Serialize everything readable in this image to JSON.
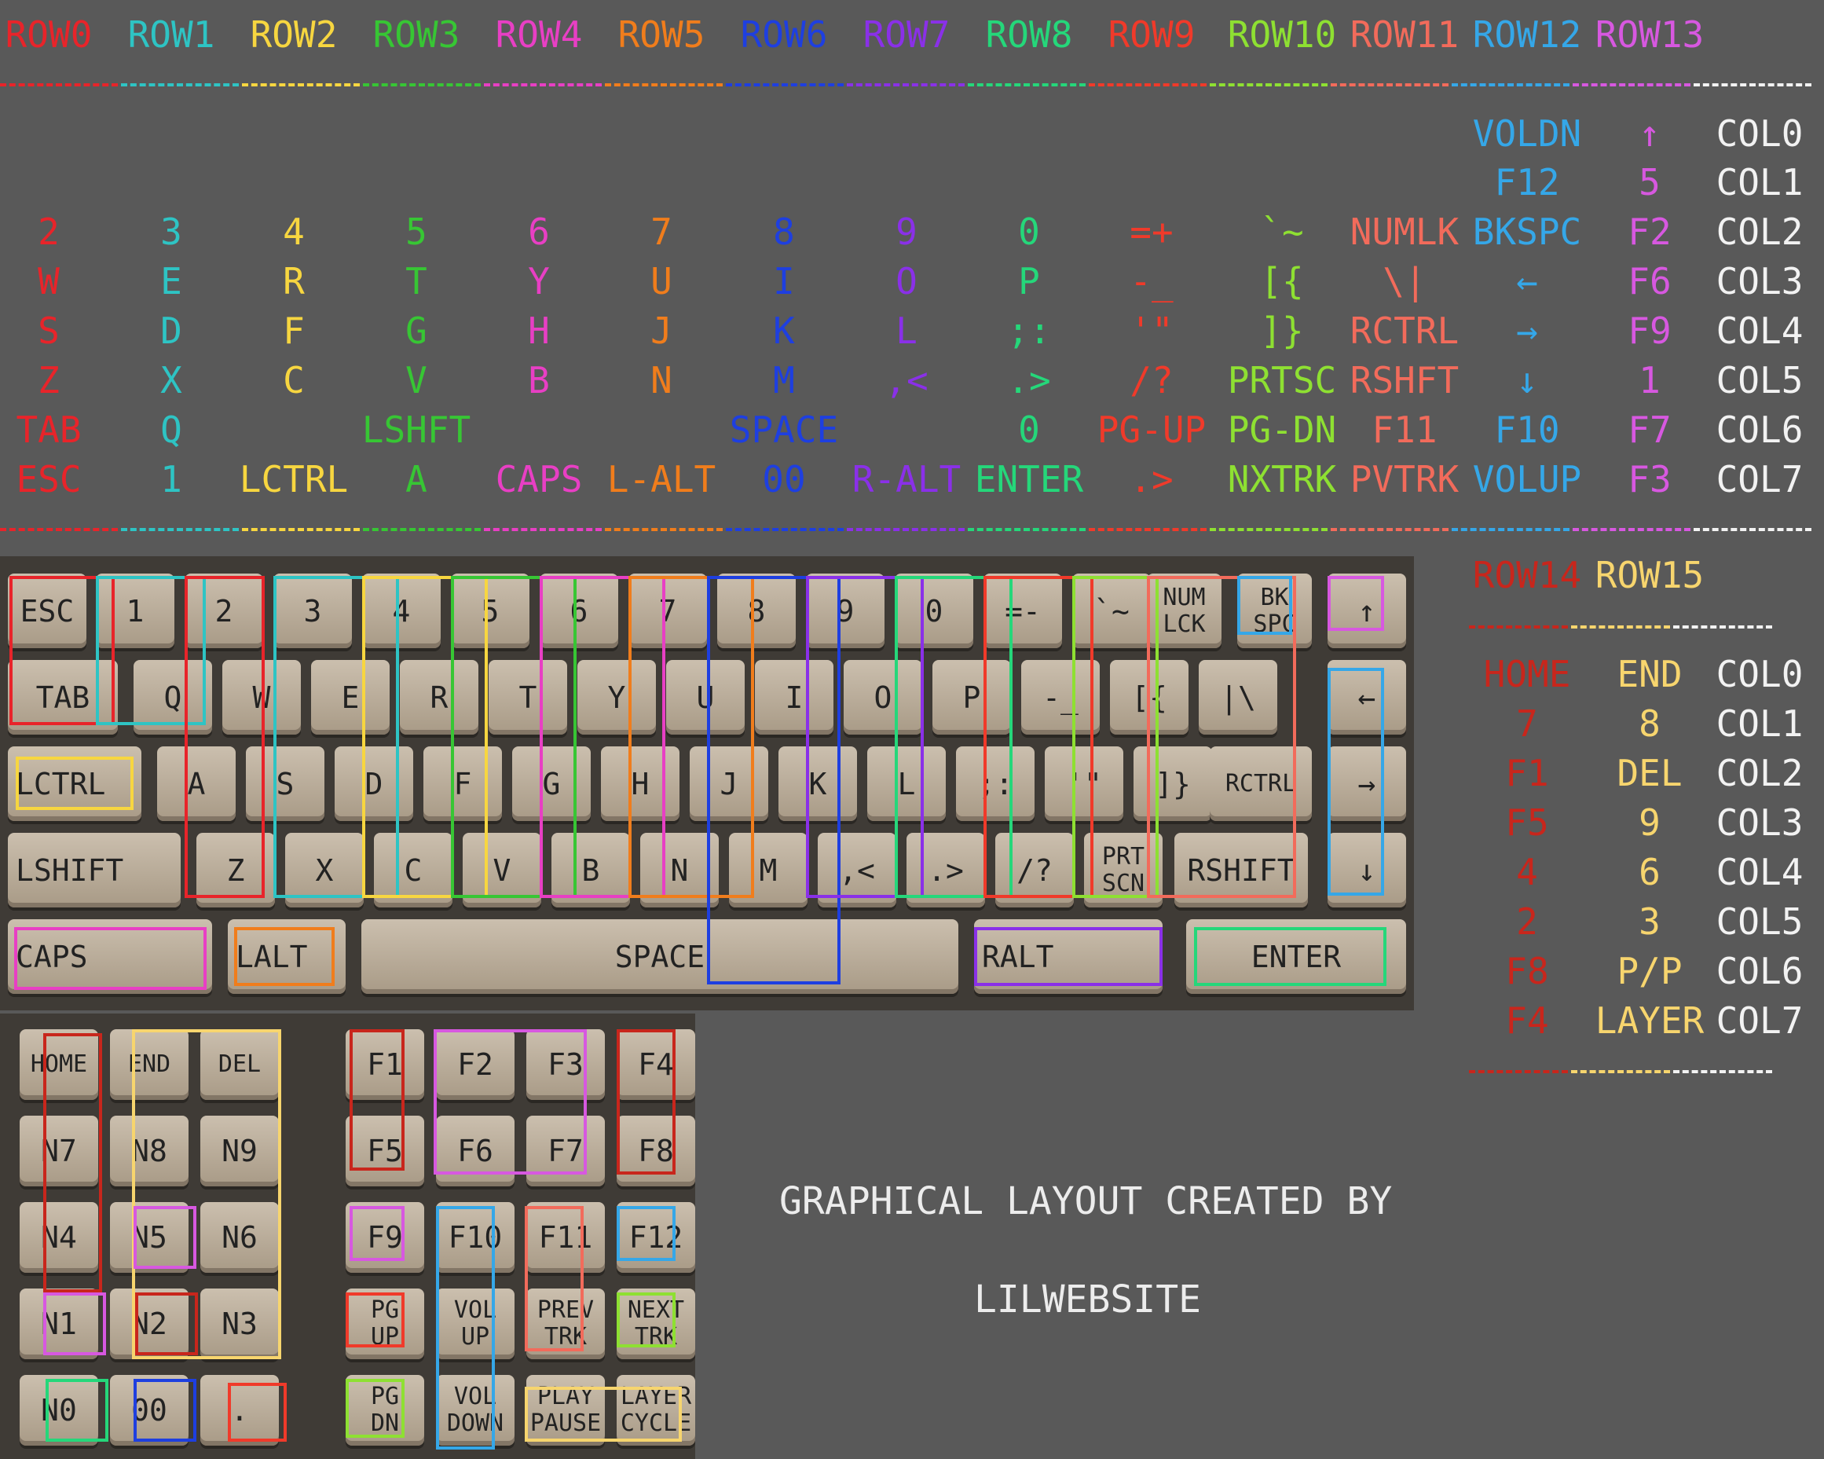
{
  "palette": {
    "row0": "#e8242a",
    "row1": "#2ec4c4",
    "row2": "#f7d640",
    "row3": "#37c634",
    "row4": "#e83fc4",
    "row5": "#f07d1c",
    "row6": "#1e3fe0",
    "row7": "#8a30e8",
    "row8": "#25d77a",
    "row9": "#f03a2a",
    "row10": "#8ee032",
    "row11": "#f26b5b",
    "row12": "#35a7e8",
    "row13": "#d758e0",
    "row14": "#c8261c",
    "row15": "#f7d56e",
    "col": "#f2f2f2",
    "bg": "#595959"
  },
  "row_headers": [
    "ROW0",
    "ROW1",
    "ROW2",
    "ROW3",
    "ROW4",
    "ROW5",
    "ROW6",
    "ROW7",
    "ROW8",
    "ROW9",
    "ROW10",
    "ROW11",
    "ROW12",
    "ROW13"
  ],
  "col_labels": [
    "COL0",
    "COL1",
    "COL2",
    "COL3",
    "COL4",
    "COL5",
    "COL6",
    "COL7"
  ],
  "matrix": [
    [
      "",
      "",
      "",
      "",
      "",
      "",
      "",
      "",
      "",
      "",
      "",
      "",
      "VOLDN",
      "↑"
    ],
    [
      "",
      "",
      "",
      "",
      "",
      "",
      "",
      "",
      "",
      "",
      "",
      "",
      "F12",
      "5"
    ],
    [
      "2",
      "3",
      "4",
      "5",
      "6",
      "7",
      "8",
      "9",
      "0",
      "=+",
      "`~",
      "NUMLK",
      "BKSPC",
      "F2"
    ],
    [
      "W",
      "E",
      "R",
      "T",
      "Y",
      "U",
      "I",
      "O",
      "P",
      "-_",
      "[{",
      "\\|",
      "←",
      "F6"
    ],
    [
      "S",
      "D",
      "F",
      "G",
      "H",
      "J",
      "K",
      "L",
      ";:",
      "'\"",
      "]}",
      "RCTRL",
      "→",
      "F9"
    ],
    [
      "Z",
      "X",
      "C",
      "V",
      "B",
      "N",
      "M",
      ",<",
      ".>",
      "/?",
      "PRTSC",
      "RSHFT",
      "↓",
      "1"
    ],
    [
      "TAB",
      "Q",
      "",
      "LSHFT",
      "",
      "",
      "SPACE",
      "",
      "0",
      "PG-UP",
      "PG-DN",
      "F11",
      "F10",
      "F7"
    ],
    [
      "ESC",
      "1",
      "LCTRL",
      "A",
      "CAPS",
      "L-ALT",
      "00",
      "R-ALT",
      "ENTER",
      ".>",
      "NXTRK",
      "PVTRK",
      "VOLUP",
      "F3"
    ]
  ],
  "side_row_headers": [
    "ROW14",
    "ROW15"
  ],
  "side_matrix": [
    [
      "HOME",
      "END"
    ],
    [
      "7",
      "8"
    ],
    [
      "F1",
      "DEL"
    ],
    [
      "F5",
      "9"
    ],
    [
      "4",
      "6"
    ],
    [
      "2",
      "3"
    ],
    [
      "F8",
      "P/P"
    ],
    [
      "F4",
      "LAYER"
    ]
  ],
  "keyboard": {
    "keys": [
      "ESC",
      "1",
      "2",
      "3",
      "4",
      "5",
      "6",
      "7",
      "8",
      "9",
      "0",
      "=-",
      "`~",
      "NUM\nLCK",
      "BK\nSPC",
      "↑",
      "TAB",
      "Q",
      "W",
      "E",
      "R",
      "T",
      "Y",
      "U",
      "I",
      "O",
      "P",
      "-_",
      "[{",
      "|\\",
      "←",
      "LCTRL",
      "A",
      "S",
      "D",
      "F",
      "G",
      "H",
      "J",
      "K",
      "L",
      ";:",
      "'\"",
      "]}",
      "RCTRL",
      "→",
      "LSHIFT",
      "Z",
      "X",
      "C",
      "V",
      "B",
      "N",
      "M",
      ",<",
      ".>",
      "/?",
      "PRT\nSCN",
      "RSHIFT",
      "↓",
      "CAPS",
      "LALT",
      "SPACE",
      "RALT",
      "ENTER"
    ]
  },
  "numpad": {
    "keys": [
      "HOME",
      "END",
      "DEL",
      "N7",
      "N8",
      "N9",
      "N4",
      "N5",
      "N6",
      "N1",
      "N2",
      "N3",
      "N0",
      "00",
      "."
    ]
  },
  "fnpad": {
    "keys": [
      "F1",
      "F2",
      "F3",
      "F4",
      "F5",
      "F6",
      "F7",
      "F8",
      "F9",
      "F10",
      "F11",
      "F12",
      "PG\nUP",
      "VOL\nUP",
      "PREV\nTRK",
      "NEXT\nTRK",
      "PG\nDN",
      "VOL\nDOWN",
      "PLAY\nPAUSE",
      "LAYER\nCYCLE"
    ]
  },
  "credit": {
    "line1": "GRAPHICAL LAYOUT CREATED BY",
    "line2": "LILWEBSITE"
  }
}
